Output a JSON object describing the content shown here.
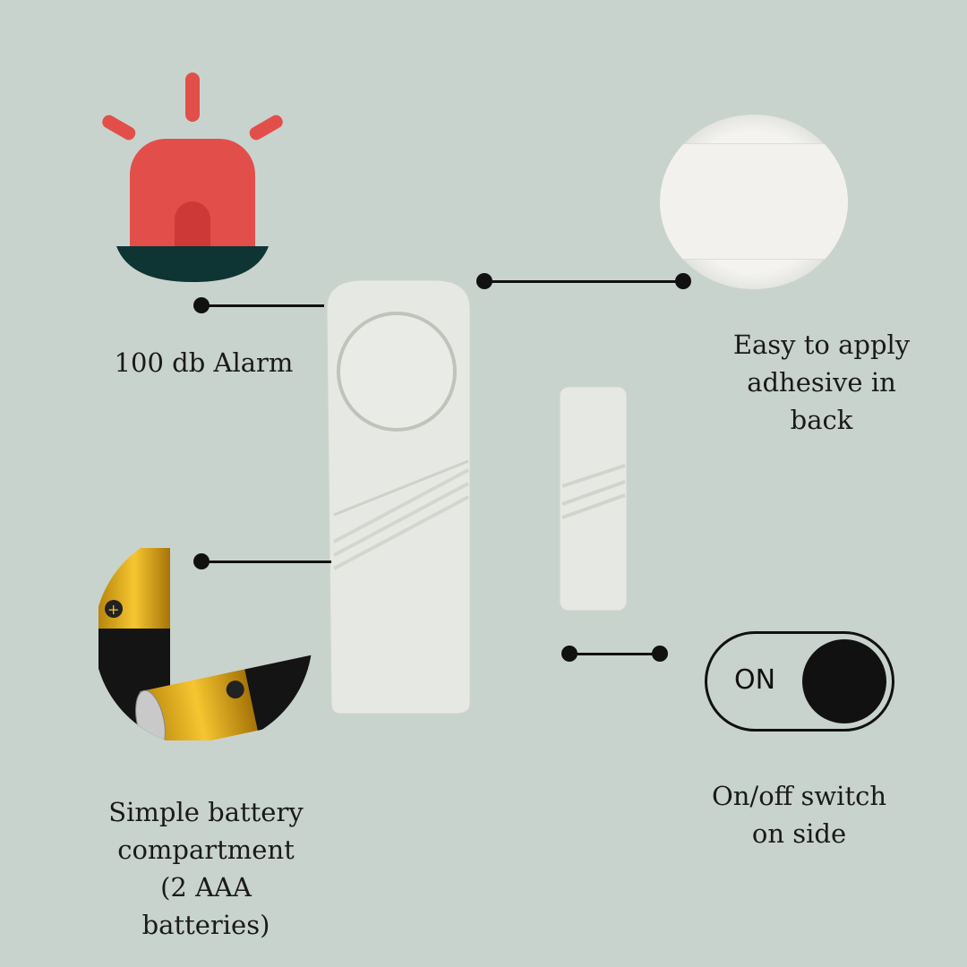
{
  "features": {
    "alarm": {
      "label": "100 db Alarm",
      "icon": "siren-icon"
    },
    "adhesive": {
      "lines": [
        "Easy to apply",
        "adhesive in",
        "back"
      ]
    },
    "battery": {
      "lines": [
        "Simple battery",
        "compartment",
        "(2 AAA",
        "batteries)"
      ]
    },
    "switch": {
      "state_text": "ON",
      "lines": [
        "On/off switch",
        "on side"
      ]
    }
  },
  "colors": {
    "background": "#c9d3cd",
    "siren_red": "#e24f4b",
    "siren_base": "#0f3434",
    "device": "#e6e9e3"
  }
}
